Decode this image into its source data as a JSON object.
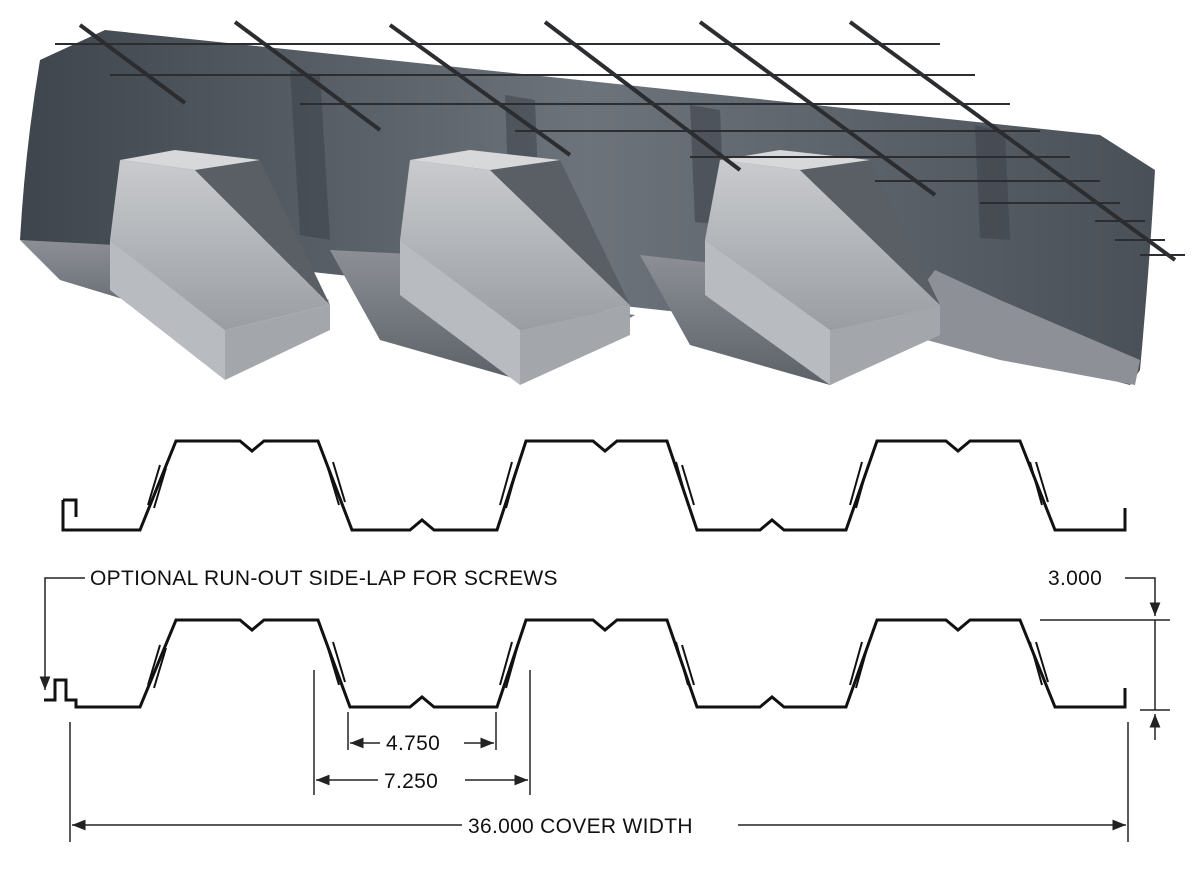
{
  "labels": {
    "side_lap_note": "OPTIONAL RUN-OUT SIDE-LAP FOR SCREWS",
    "depth": "3.000",
    "bottom_flute_width": "4.750",
    "pitch": "7.250",
    "cover_width": "36.000 COVER WIDTH"
  },
  "colors": {
    "deck_dark": "#4b5158",
    "deck_mid": "#6e747b",
    "deck_light": "#b9bcc0",
    "rebar": "#2b2d30",
    "profile_line": "#111111",
    "dimension_line": "#222222"
  }
}
